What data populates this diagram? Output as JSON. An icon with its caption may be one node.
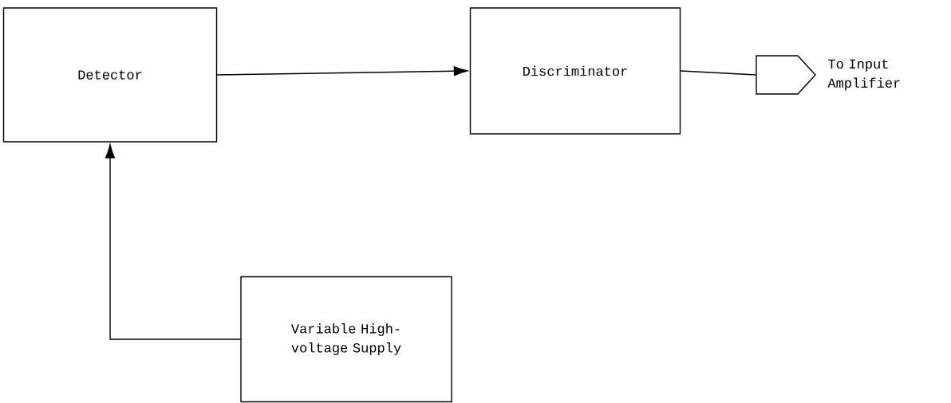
{
  "diagram": {
    "nodes": [
      {
        "text": [
          "Detector"
        ]
      },
      {
        "text": [
          "Discriminator"
        ]
      },
      {
        "text": [],
        "shape": "pentagon",
        "beside": [
          "To Input Amplifier"
        ]
      },
      {
        "text": [
          "Variable High-voltage Supply"
        ]
      }
    ],
    "edges": [
      {
        "from": 0,
        "to": 1,
        "arrow": "to"
      },
      {
        "from": 3,
        "to": 0,
        "arrow": "to"
      },
      {
        "from": 1,
        "to": 2,
        "arrow": "none"
      }
    ]
  }
}
